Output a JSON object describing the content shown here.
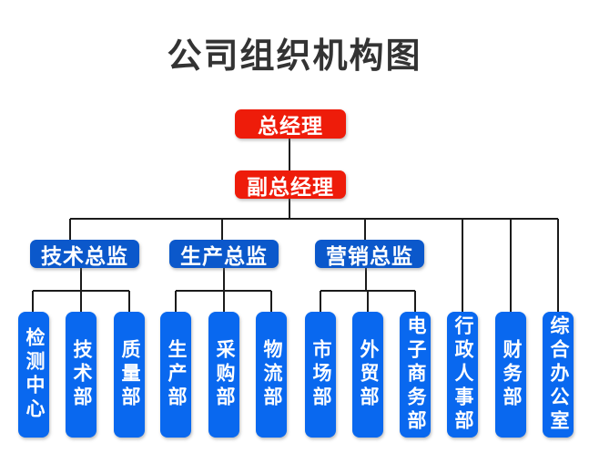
{
  "title": "公司组织机构图",
  "nodes": {
    "general_manager": "总经理",
    "deputy_general_manager": "副总经理",
    "directors": [
      "技术总监",
      "生产总监",
      "营销总监"
    ],
    "departments": [
      "检测中心",
      "技术部",
      "质量部",
      "生产部",
      "采购部",
      "物流部",
      "市场部",
      "外贸部",
      "电子商务部",
      "行政人事部",
      "财务部",
      "综合办公室"
    ]
  },
  "hierarchy": {
    "总经理": [
      "副总经理"
    ],
    "副总经理": [
      "技术总监",
      "生产总监",
      "营销总监",
      "行政人事部",
      "财务部",
      "综合办公室"
    ],
    "技术总监": [
      "检测中心",
      "技术部",
      "质量部"
    ],
    "生产总监": [
      "生产部",
      "采购部",
      "物流部"
    ],
    "营销总监": [
      "市场部",
      "外贸部",
      "电子商务部"
    ]
  },
  "colors": {
    "manager_red": "#ee1c0a",
    "director_blue": "#0b58cb",
    "department_blue": "#0968ef",
    "connector_line": "#1b1b1b",
    "title_text": "#333333",
    "node_text": "#ffffff",
    "background": "#ffffff"
  }
}
